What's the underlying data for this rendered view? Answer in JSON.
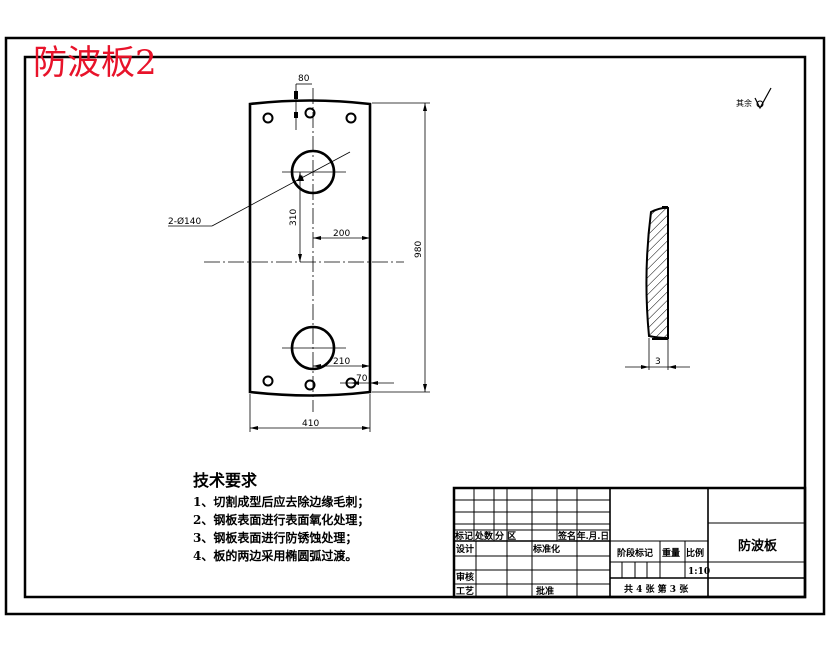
{
  "title": "防波板2",
  "surface_note": "其余",
  "dimensions": {
    "hole_offset": "80",
    "hole_spec": "2-Ø140",
    "hole_spacing": "310",
    "hole_x": "200",
    "height": "980",
    "hole_lower": "210",
    "edge_70": "70",
    "width": "410",
    "thickness": "3"
  },
  "requirements": {
    "heading": "技术要求",
    "items": [
      "1、切割成型后应去除边缘毛刺；",
      "2、钢板表面进行表面氧化处理；",
      "3、钢板表面进行防锈蚀处理；",
      "4、板的两边采用椭圆弧过渡。"
    ]
  },
  "title_block": {
    "rev_headers": [
      "标记",
      "处数",
      "分 区",
      "签名",
      "年.月.日"
    ],
    "design": "设计",
    "standardize": "标准化",
    "review": "审核",
    "process": "工艺",
    "approve": "批准",
    "stage_mark": "阶段标记",
    "weight": "重量",
    "scale_label": "比例",
    "scale": "1:10",
    "sheet_info": "共 4 张 第 3 张",
    "part_name": "防波板"
  },
  "colors": {
    "title": "#e8132a",
    "line": "#000000"
  }
}
